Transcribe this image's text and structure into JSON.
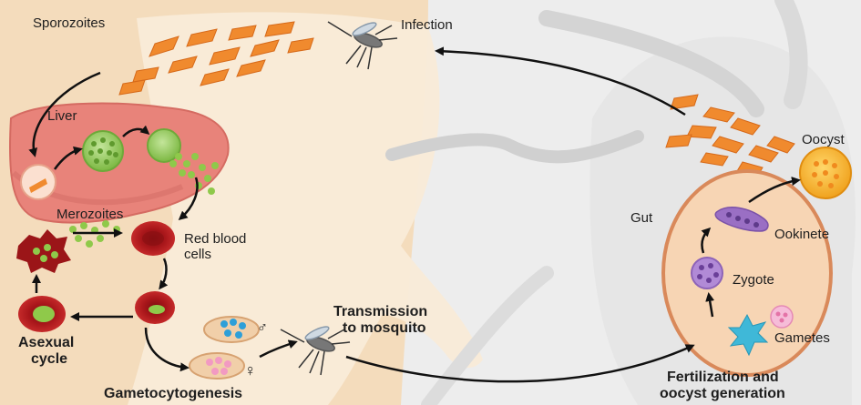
{
  "labels": {
    "sporozoites": "Sporozoites",
    "infection": "Infection",
    "liver": "Liver",
    "merozoites": "Merozoites",
    "red_blood_1": "Red blood",
    "red_blood_2": "cells",
    "asexual_1": "Asexual",
    "asexual_2": "cycle",
    "gametocytogenesis": "Gametocytogenesis",
    "transmission_1": "Transmission",
    "transmission_2": "to mosquito",
    "oocyst": "Oocyst",
    "gut": "Gut",
    "ookinete": "Ookinete",
    "zygote": "Zygote",
    "gametes": "Gametes",
    "fertilization_1": "Fertilization and",
    "fertilization_2": "oocyst generation",
    "male_symbol": "♂",
    "female_symbol": "♀"
  },
  "colors": {
    "background_skin": "#f6e3c9",
    "arm_skin": "#f9ecdb",
    "liver": "#e8837a",
    "rbc": "#b3161a",
    "parasite_green": "#8fc94a",
    "sporozoite_orange": "#f08a2e",
    "mosquito_gray": "#d9d9d9",
    "gut_fill": "#f7d5b4",
    "gut_border": "#d9895a",
    "ookinete_purple": "#9a6fc4",
    "oocyst_yellow": "#f5b82d",
    "gamete_cyan": "#3fb8d8",
    "gamete_pink": "#f2a0c8"
  }
}
